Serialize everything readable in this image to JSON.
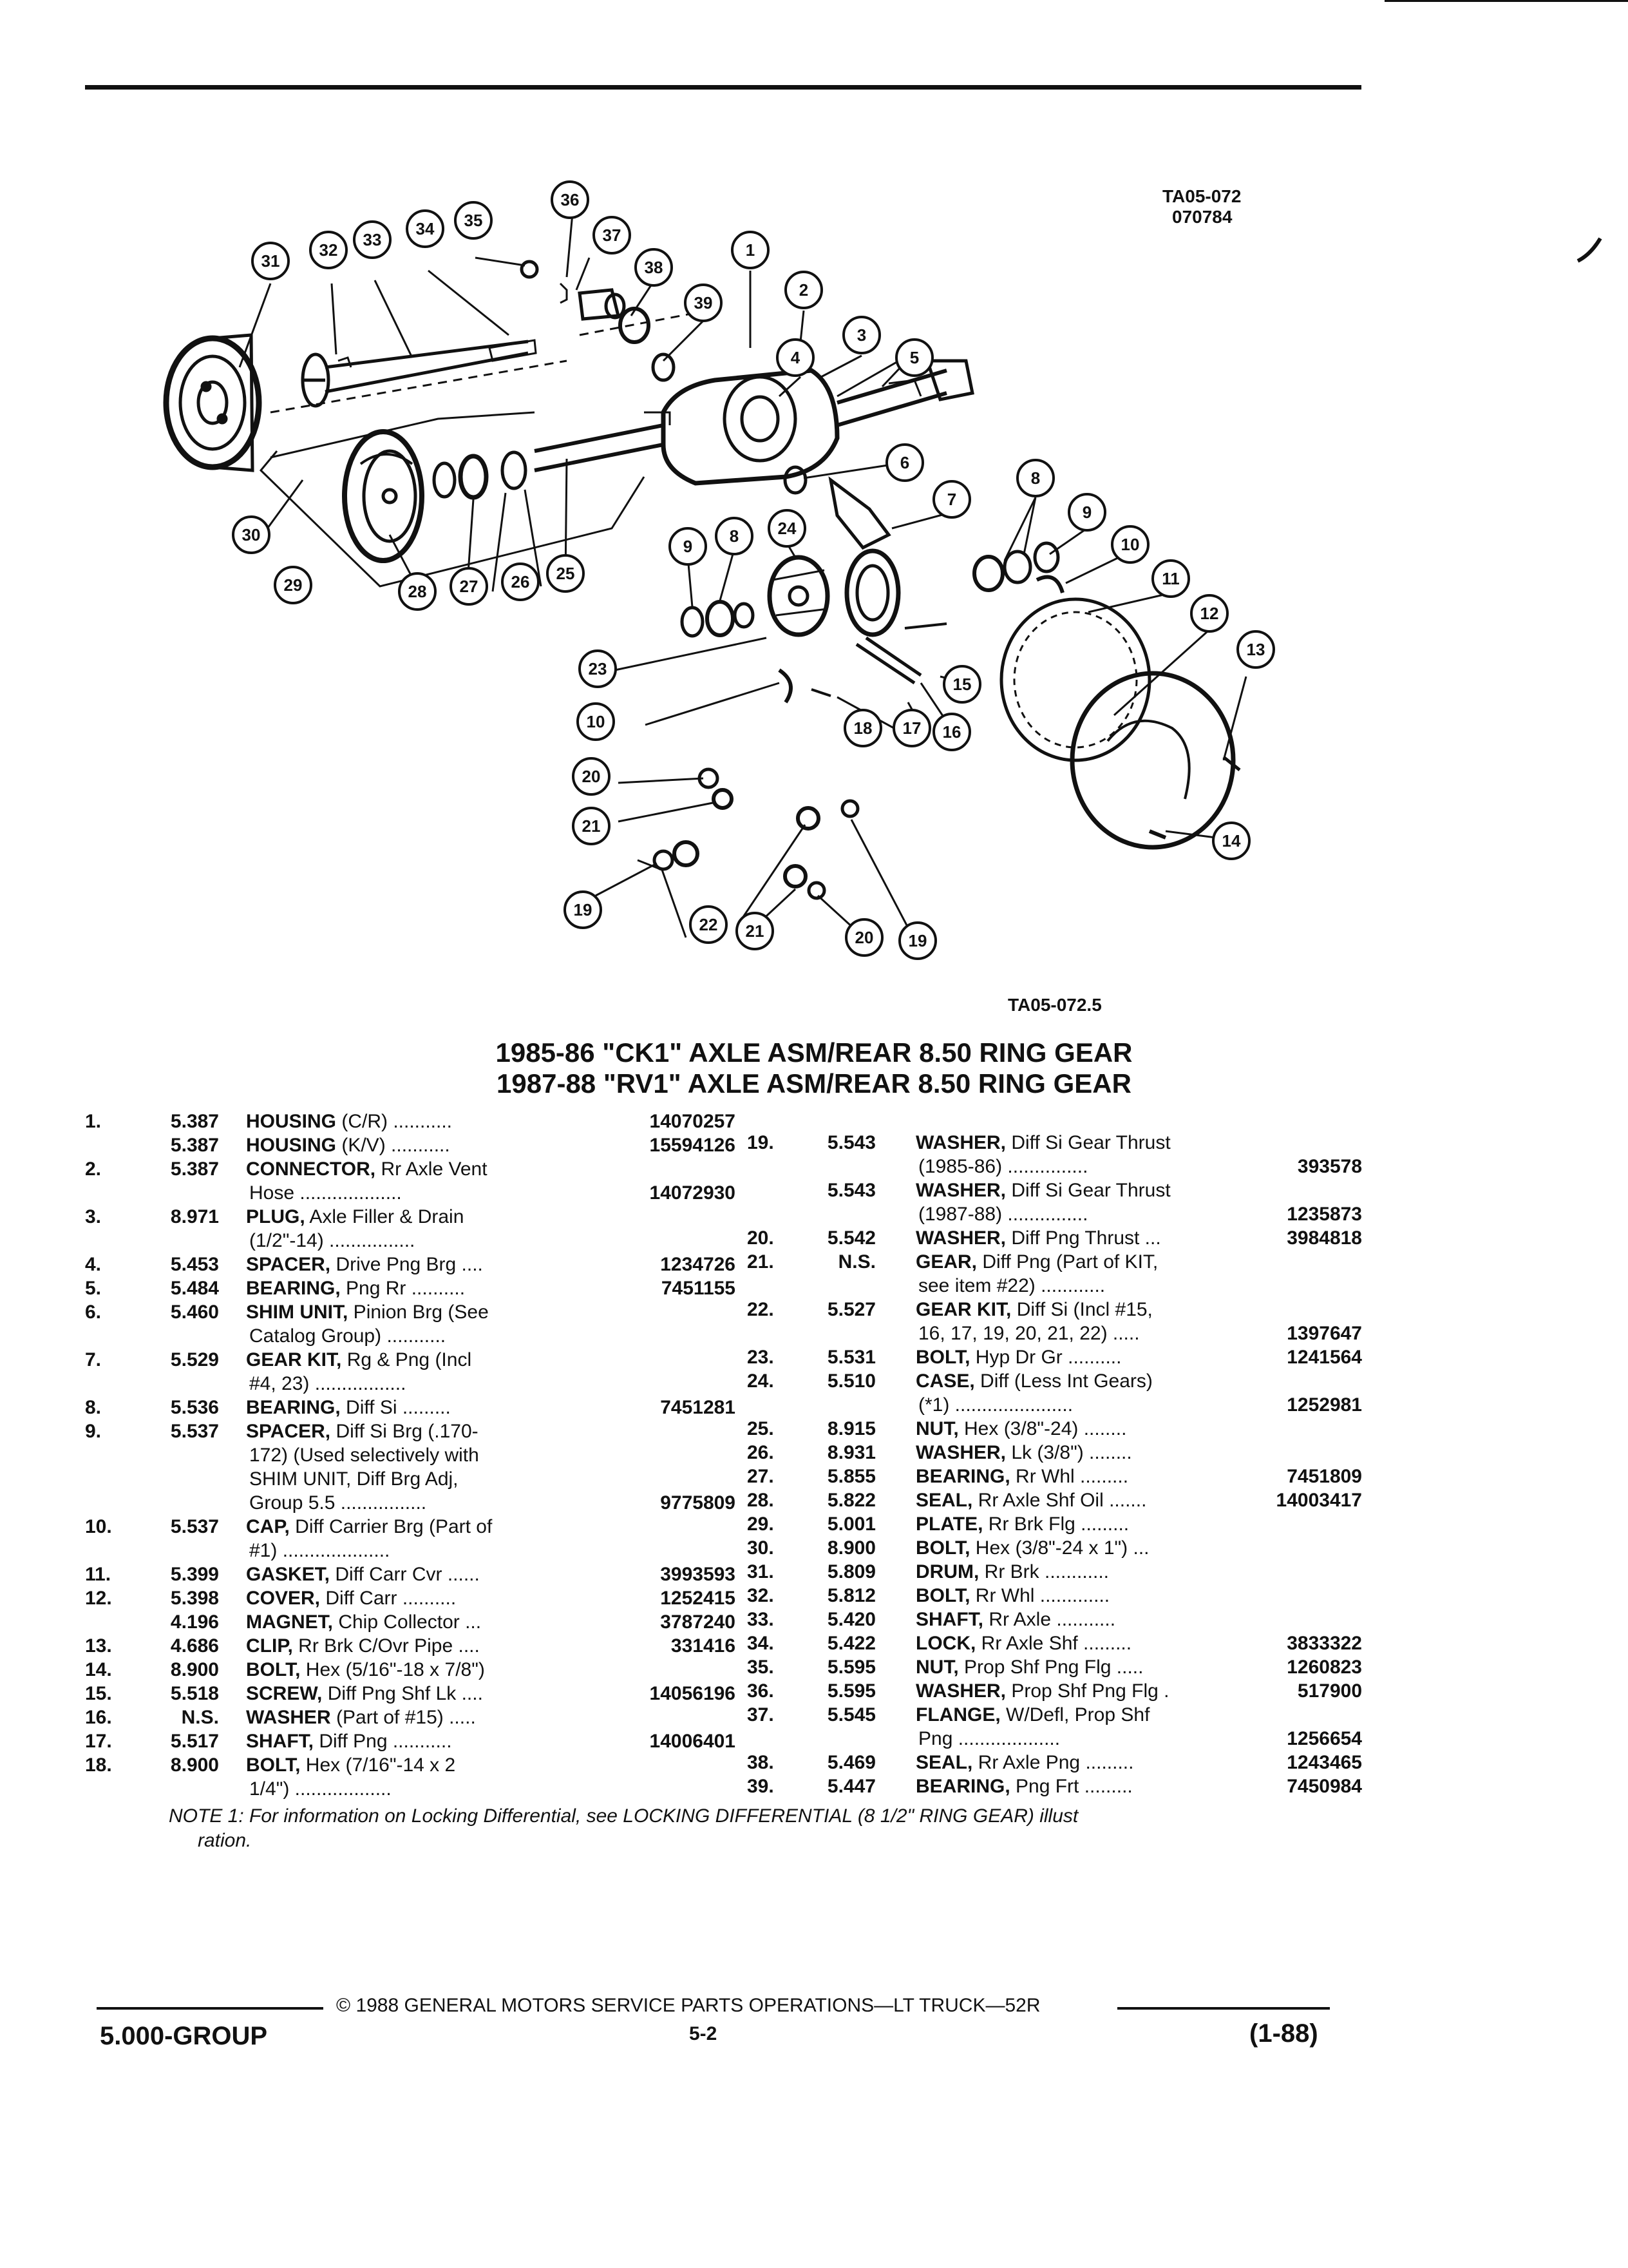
{
  "figure_codes": {
    "top": "TA05-072",
    "top_sub": "070784",
    "bottom": "TA05-072.5"
  },
  "callouts": [
    "31",
    "32",
    "33",
    "34",
    "35",
    "36",
    "37",
    "38",
    "39",
    "1",
    "2",
    "3",
    "4",
    "5",
    "6",
    "7",
    "8",
    "9",
    "10",
    "11",
    "12",
    "13",
    "14",
    "15",
    "16",
    "17",
    "18",
    "19",
    "20",
    "21",
    "22",
    "23",
    "24",
    "25",
    "26",
    "27",
    "28",
    "29",
    "30"
  ],
  "title_line1": "1985-86 \"CK1\" AXLE ASM/REAR 8.50 RING GEAR",
  "title_line2": "1987-88 \"RV1\" AXLE ASM/REAR 8.50 RING GEAR",
  "left_items": [
    {
      "num": "1.",
      "group": "5.387",
      "name": "HOUSING",
      "rest": " (C/R) ...........",
      "part": "14070257"
    },
    {
      "num": "",
      "group": "5.387",
      "name": "HOUSING",
      "rest": " (K/V) ...........",
      "part": "15594126"
    },
    {
      "num": "2.",
      "group": "5.387",
      "name": "CONNECTOR,",
      "rest": " Rr Axle Vent",
      "part": ""
    },
    {
      "num": "",
      "group": "",
      "name": "",
      "rest": "Hose ...................",
      "part": "14072930"
    },
    {
      "num": "3.",
      "group": "8.971",
      "name": "PLUG,",
      "rest": " Axle Filler & Drain",
      "part": ""
    },
    {
      "num": "",
      "group": "",
      "name": "",
      "rest": "(1/2\"-14) ................",
      "part": ""
    },
    {
      "num": "4.",
      "group": "5.453",
      "name": "SPACER,",
      "rest": " Drive Png Brg ....",
      "part": "1234726"
    },
    {
      "num": "5.",
      "group": "5.484",
      "name": "BEARING,",
      "rest": " Png Rr ..........",
      "part": "7451155"
    },
    {
      "num": "6.",
      "group": "5.460",
      "name": "SHIM UNIT,",
      "rest": " Pinion Brg (See",
      "part": ""
    },
    {
      "num": "",
      "group": "",
      "name": "",
      "rest": "Catalog Group) ...........",
      "part": ""
    },
    {
      "num": "7.",
      "group": "5.529",
      "name": "GEAR KIT,",
      "rest": " Rg & Png (Incl",
      "part": ""
    },
    {
      "num": "",
      "group": "",
      "name": "",
      "rest": "#4, 23) .................",
      "part": ""
    },
    {
      "num": "8.",
      "group": "5.536",
      "name": "BEARING,",
      "rest": " Diff Si .........",
      "part": "7451281"
    },
    {
      "num": "9.",
      "group": "5.537",
      "name": "SPACER,",
      "rest": " Diff Si Brg (.170-",
      "part": ""
    },
    {
      "num": "",
      "group": "",
      "name": "",
      "rest": "172) (Used selectively with",
      "part": ""
    },
    {
      "num": "",
      "group": "",
      "name": "",
      "rest": "SHIM UNIT, Diff Brg Adj,",
      "part": ""
    },
    {
      "num": "",
      "group": "",
      "name": "",
      "rest": "Group 5.5 ................",
      "part": "9775809"
    },
    {
      "num": "10.",
      "group": "5.537",
      "name": "CAP,",
      "rest": " Diff Carrier Brg (Part of",
      "part": ""
    },
    {
      "num": "",
      "group": "",
      "name": "",
      "rest": "#1) ....................",
      "part": ""
    },
    {
      "num": "11.",
      "group": "5.399",
      "name": "GASKET,",
      "rest": " Diff Carr Cvr ......",
      "part": "3993593"
    },
    {
      "num": "12.",
      "group": "5.398",
      "name": "COVER,",
      "rest": " Diff Carr ..........",
      "part": "1252415"
    },
    {
      "num": "",
      "group": "4.196",
      "name": "MAGNET,",
      "rest": " Chip Collector ...",
      "part": "3787240"
    },
    {
      "num": "13.",
      "group": "4.686",
      "name": "CLIP,",
      "rest": " Rr Brk C/Ovr Pipe ....",
      "part": "331416"
    },
    {
      "num": "14.",
      "group": "8.900",
      "name": "BOLT,",
      "rest": " Hex (5/16\"-18 x 7/8\")",
      "part": ""
    },
    {
      "num": "15.",
      "group": "5.518",
      "name": "SCREW,",
      "rest": " Diff Png Shf Lk ....",
      "part": "14056196"
    },
    {
      "num": "16.",
      "group": "N.S.",
      "name": "WASHER",
      "rest": " (Part of #15) .....",
      "part": ""
    },
    {
      "num": "17.",
      "group": "5.517",
      "name": "SHAFT,",
      "rest": " Diff Png ...........",
      "part": "14006401"
    },
    {
      "num": "18.",
      "group": "8.900",
      "name": "BOLT,",
      "rest": " Hex (7/16\"-14 x 2",
      "part": ""
    },
    {
      "num": "",
      "group": "",
      "name": "",
      "rest": "1/4\") ..................",
      "part": ""
    }
  ],
  "right_items": [
    {
      "num": "19.",
      "group": "5.543",
      "name": "WASHER,",
      "rest": " Diff Si Gear Thrust",
      "part": ""
    },
    {
      "num": "",
      "group": "",
      "name": "",
      "rest": "(1985-86) ...............",
      "part": "393578"
    },
    {
      "num": "",
      "group": "5.543",
      "name": "WASHER,",
      "rest": " Diff Si Gear Thrust",
      "part": ""
    },
    {
      "num": "",
      "group": "",
      "name": "",
      "rest": "(1987-88) ...............",
      "part": "1235873"
    },
    {
      "num": "20.",
      "group": "5.542",
      "name": "WASHER,",
      "rest": " Diff Png Thrust ...",
      "part": "3984818"
    },
    {
      "num": "21.",
      "group": "N.S.",
      "name": "GEAR,",
      "rest": " Diff Png (Part of KIT,",
      "part": ""
    },
    {
      "num": "",
      "group": "",
      "name": "",
      "rest": "see item #22) ............",
      "part": ""
    },
    {
      "num": "22.",
      "group": "5.527",
      "name": "GEAR KIT,",
      "rest": " Diff Si (Incl #15,",
      "part": ""
    },
    {
      "num": "",
      "group": "",
      "name": "",
      "rest": "16, 17, 19, 20, 21, 22) .....",
      "part": "1397647"
    },
    {
      "num": "23.",
      "group": "5.531",
      "name": "BOLT,",
      "rest": " Hyp Dr Gr ..........",
      "part": "1241564"
    },
    {
      "num": "24.",
      "group": "5.510",
      "name": "CASE,",
      "rest": " Diff (Less Int Gears)",
      "part": ""
    },
    {
      "num": "",
      "group": "",
      "name": "",
      "rest": "(*1) ......................",
      "part": "1252981"
    },
    {
      "num": "25.",
      "group": "8.915",
      "name": "NUT,",
      "rest": " Hex (3/8\"-24) ........",
      "part": ""
    },
    {
      "num": "26.",
      "group": "8.931",
      "name": "WASHER,",
      "rest": " Lk (3/8\") ........",
      "part": ""
    },
    {
      "num": "27.",
      "group": "5.855",
      "name": "BEARING,",
      "rest": " Rr Whl .........",
      "part": "7451809"
    },
    {
      "num": "28.",
      "group": "5.822",
      "name": "SEAL,",
      "rest": " Rr Axle Shf Oil .......",
      "part": "14003417"
    },
    {
      "num": "29.",
      "group": "5.001",
      "name": "PLATE,",
      "rest": " Rr Brk Flg .........",
      "part": ""
    },
    {
      "num": "30.",
      "group": "8.900",
      "name": "BOLT,",
      "rest": " Hex (3/8\"-24 x 1\") ...",
      "part": ""
    },
    {
      "num": "31.",
      "group": "5.809",
      "name": "DRUM,",
      "rest": " Rr Brk ............",
      "part": ""
    },
    {
      "num": "32.",
      "group": "5.812",
      "name": "BOLT,",
      "rest": " Rr Whl .............",
      "part": ""
    },
    {
      "num": "33.",
      "group": "5.420",
      "name": "SHAFT,",
      "rest": " Rr Axle ...........",
      "part": ""
    },
    {
      "num": "34.",
      "group": "5.422",
      "name": "LOCK,",
      "rest": " Rr Axle Shf .........",
      "part": "3833322"
    },
    {
      "num": "35.",
      "group": "5.595",
      "name": "NUT,",
      "rest": " Prop Shf Png Flg .....",
      "part": "1260823"
    },
    {
      "num": "36.",
      "group": "5.595",
      "name": "WASHER,",
      "rest": " Prop Shf Png Flg .",
      "part": "517900"
    },
    {
      "num": "37.",
      "group": "5.545",
      "name": "FLANGE,",
      "rest": " W/Defl, Prop Shf",
      "part": ""
    },
    {
      "num": "",
      "group": "",
      "name": "",
      "rest": "Png ...................",
      "part": "1256654"
    },
    {
      "num": "38.",
      "group": "5.469",
      "name": "SEAL,",
      "rest": " Rr Axle Png .........",
      "part": "1243465"
    },
    {
      "num": "39.",
      "group": "5.447",
      "name": "BEARING,",
      "rest": " Png Frt .........",
      "part": "7450984"
    }
  ],
  "note_line1": "NOTE 1: For information on Locking Differential, see LOCKING DIFFERENTIAL (8 1/2\" RING GEAR) illust",
  "note_line2": "ration.",
  "footer": {
    "copyright": "© 1988 GENERAL MOTORS SERVICE PARTS OPERATIONS—LT TRUCK—52R",
    "group": "5.000-GROUP",
    "page": "5-2",
    "date": "(1-88)"
  }
}
